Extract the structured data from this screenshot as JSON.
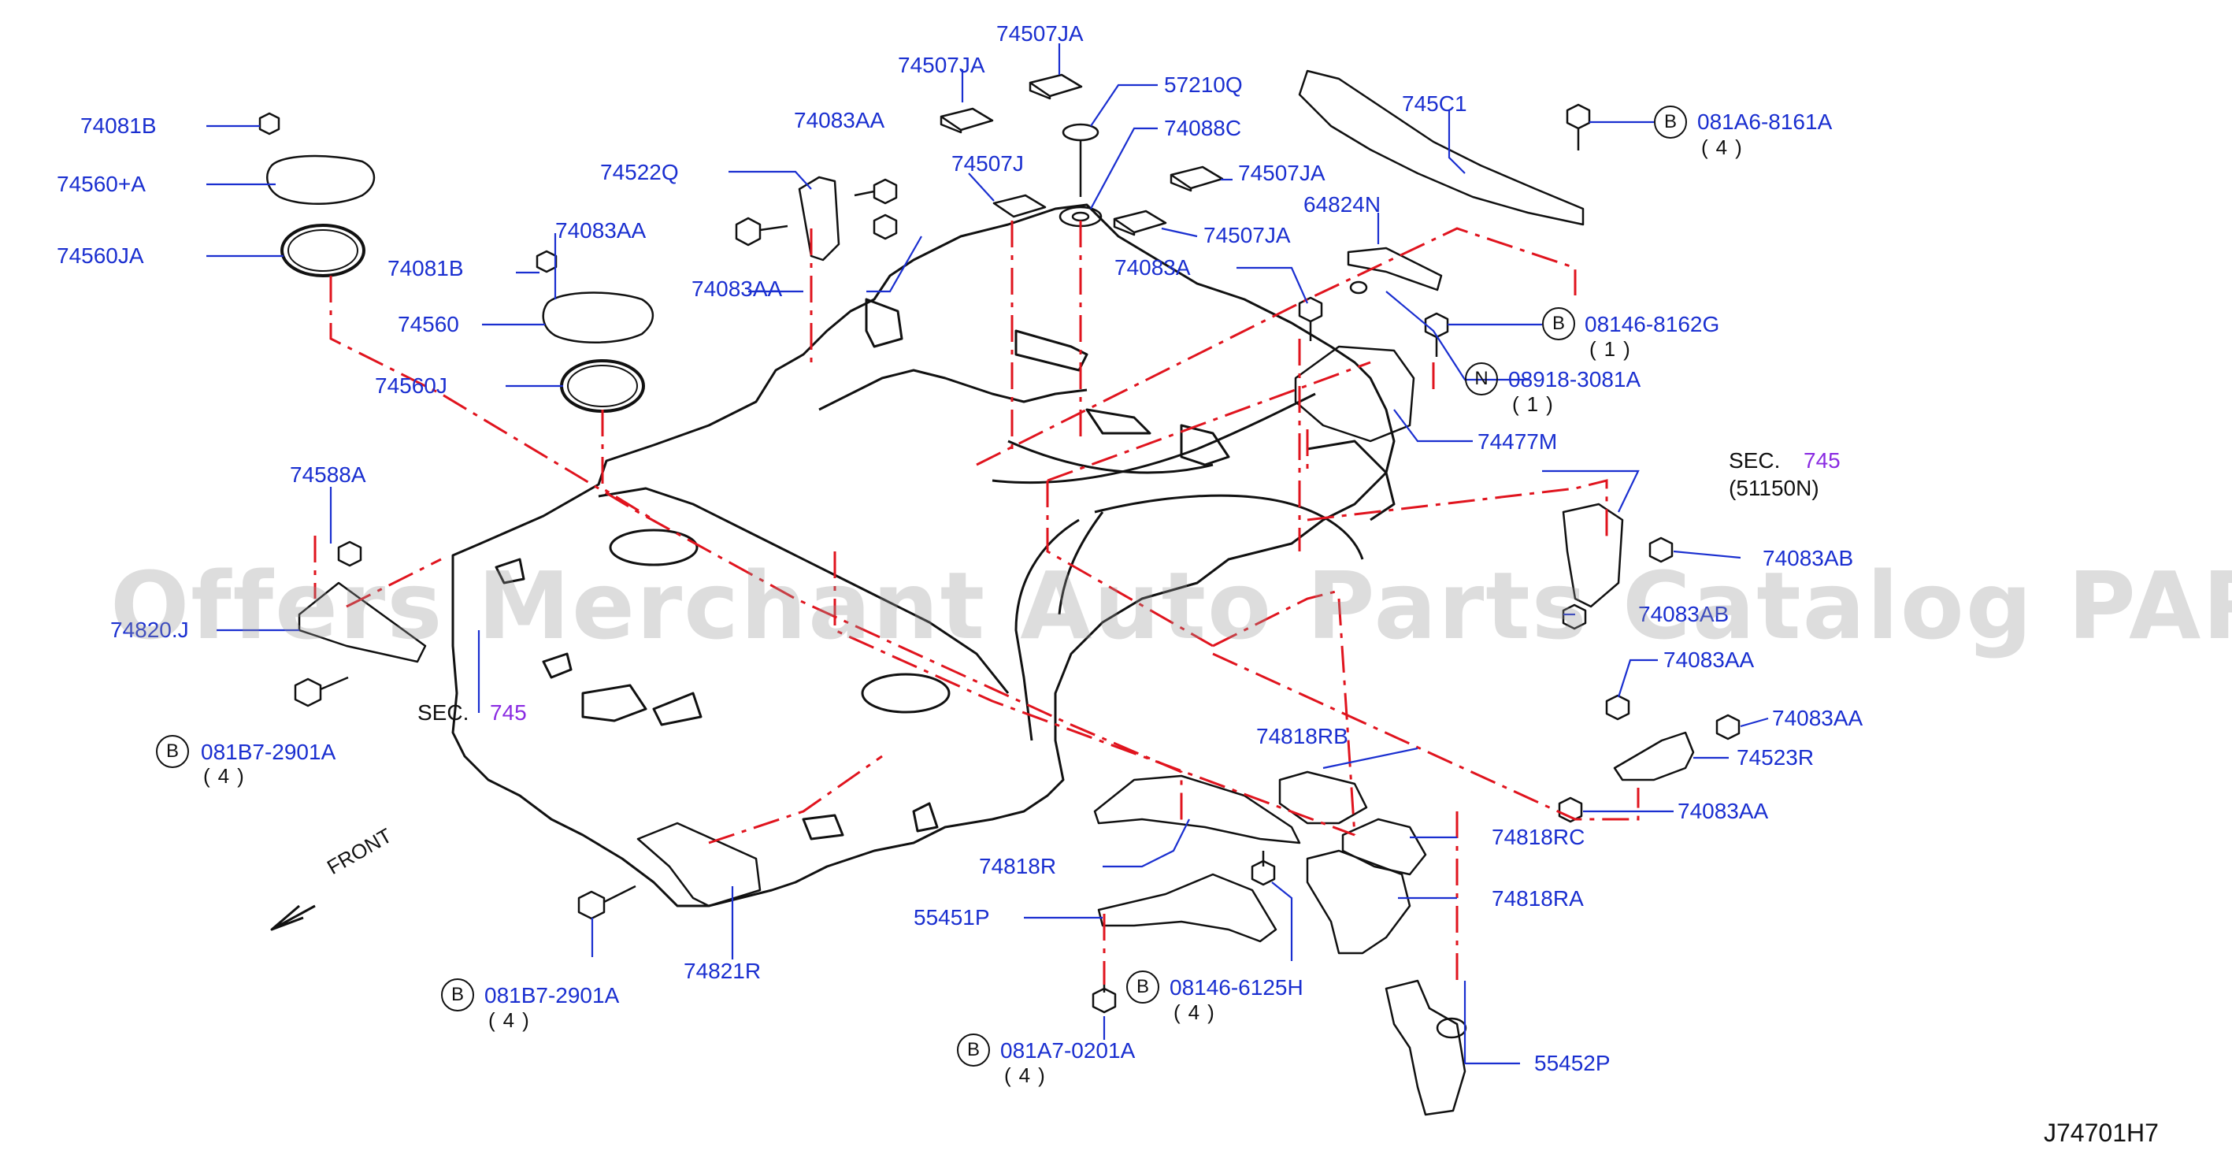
{
  "labels": {
    "p74081B_a": "74081B",
    "p74560pA": "74560+A",
    "p74560JA": "74560JA",
    "p74083AA_a": "74083AA",
    "p74081B_b": "74081B",
    "p74560": "74560",
    "p74560J": "74560J",
    "p74522Q": "74522Q",
    "p74083AA_b": "74083AA",
    "p74083AA_c": "74083AA",
    "p74507JA_a": "74507JA",
    "p74507JA_b": "74507JA",
    "p74507J": "74507J",
    "p57210Q": "57210Q",
    "p74088C": "74088C",
    "p74507JA_c": "74507JA",
    "p74507JA_d": "74507JA",
    "p745C1": "745C1",
    "p64824N": "64824N",
    "p74083A": "74083A",
    "p74477M": "74477M",
    "p74588A": "74588A",
    "p74820_": "74820.J",
    "p74083AB": "74083AB",
    "p74083AB_2": "74083AB",
    "p74083AA_d": "74083AA",
    "p74083AA_e": "74083AA",
    "p74523R": "74523R",
    "p74083AA_f": "74083AA",
    "p74818RB": "74818RB",
    "p74818R": "74818R",
    "p74818RC": "74818RC",
    "p74818RA": "74818RA",
    "p55451P": "55451P",
    "p74821R": "74821R",
    "p55452P": "55452P"
  },
  "bolts": {
    "b1_code": "081A6-8161A",
    "b1_qty": "(4)",
    "b1_mark": "B",
    "b2_code": "08146-8162G",
    "b2_qty": "(1)",
    "b2_mark": "B",
    "n1_code": "08918-3081A",
    "n1_qty": "(1)",
    "n1_mark": "N",
    "b3_code": "081B7-2901A",
    "b3_qty": "(4)",
    "b3_mark": "B",
    "b4_code": "081B7-2901A",
    "b4_qty": "(4)",
    "b4_mark": "B",
    "b5_code": "08146-6125H",
    "b5_qty": "(4)",
    "b5_mark": "B",
    "b6_code": "081A7-0201A",
    "b6_qty": "(4)",
    "b6_mark": "B"
  },
  "sections": {
    "sec_right_prefix": "SEC.",
    "sec_right_num": "745",
    "sec_right_sub": "(51150N)",
    "sec_left_prefix": "SEC.",
    "sec_left_num": "745"
  },
  "front_label": "FRONT",
  "drawing_id": "J74701H7",
  "watermark": "Offers Merchant Auto Parts Catalog PARTSTORE.SA",
  "colors": {
    "label": "#1a2fd0",
    "leader": "#1a2fd0",
    "centerline": "#e0141e",
    "part": "#111111",
    "section": "#8a2be2"
  }
}
